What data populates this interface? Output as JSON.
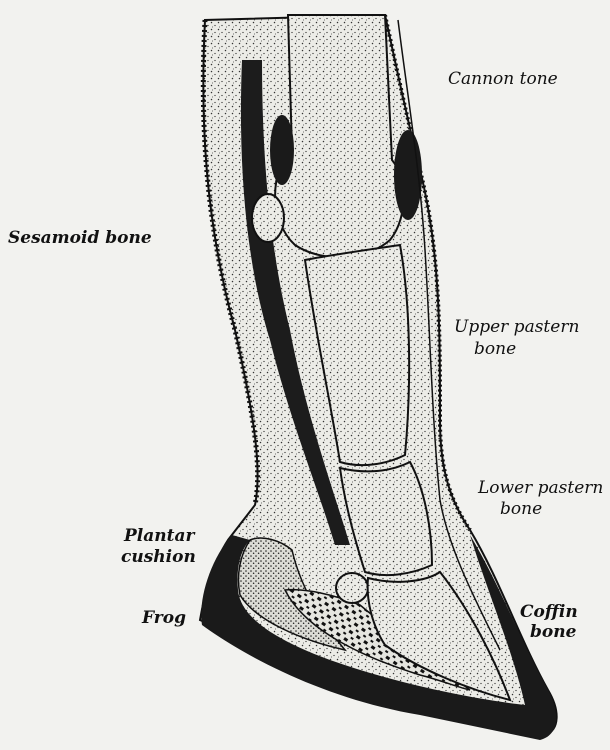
{
  "labels": {
    "cannon_bone": "Cannon tone",
    "sesamoid_bone": "Sesamoid bone",
    "upper_pastern_line1": "Upper pastern",
    "upper_pastern_line2": "bone",
    "lower_pastern_line1": "Lower pastern",
    "lower_pastern_line2": "bone",
    "plantar_line1": "Plantar",
    "plantar_line2": "cushion",
    "frog": "Frog",
    "coffin_line1": "Coffin",
    "coffin_line2": "bone"
  },
  "colors": {
    "background": "#f2f2ef",
    "ink": "#111111",
    "bone_fill": "#e9e9e4",
    "stipple": "#2a2a2a"
  }
}
